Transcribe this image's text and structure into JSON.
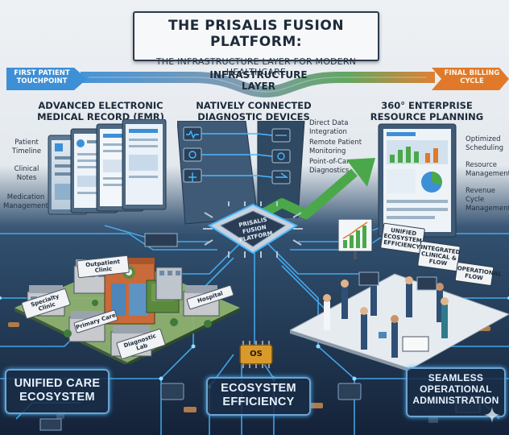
{
  "title": {
    "main": "THE PRISALIS FUSION PLATFORM:",
    "subtitle": "THE INFRASTRUCTURE LAYER FOR MODERN HEALTHCARE"
  },
  "flow": {
    "start": "FIRST PATIENT TOUCHPOINT",
    "middle": "INFRASTRUCTURE LAYER",
    "end": "FINAL BILLING CYCLE"
  },
  "columns": {
    "emr": {
      "heading": "ADVANCED ELECTRONIC MEDICAL RECORD (EMR)",
      "items": [
        "Patient Timeline",
        "Clinical Notes",
        "Medication Management"
      ]
    },
    "diagnostics": {
      "heading": "NATIVELY CONNECTED DIAGNOSTIC DEVICES",
      "items": [
        "Direct Data Integration",
        "Remote Patient Monitoring",
        "Point-of-Care Diagnostics"
      ]
    },
    "erp": {
      "heading": "360° ENTERPRISE RESOURCE PLANNING (ERP)",
      "items": [
        "Optimized Scheduling",
        "Resource Management",
        "Revenue Cycle Management"
      ]
    }
  },
  "chip": {
    "label": "PRISALIS FUSION PLATFORM"
  },
  "os_chip": {
    "label": "OS"
  },
  "buildings": [
    "Outpatient Clinic",
    "Specialty Clinic",
    "Primary Care",
    "Diagnostic Lab",
    "Hospital"
  ],
  "signs": [
    "UNIFIED ECOSYSTEM EFFICIENCY",
    "INTEGRATED CLINICAL & FLOW",
    "OPERATIONAL FLOW"
  ],
  "bottom_labels": {
    "left": "UNIFIED CARE ECOSYSTEM",
    "center": "ECOSYSTEM EFFICIENCY",
    "right": "SEAMLESS OPERATIONAL ADMINISTRATION"
  },
  "colors": {
    "flow_left": "#3d8fd6",
    "flow_mid": "#6f8fa8",
    "flow_right": "#e07a2a",
    "circuit_glow": "#49b8ff",
    "growth_arrow": "#4aa84a"
  }
}
